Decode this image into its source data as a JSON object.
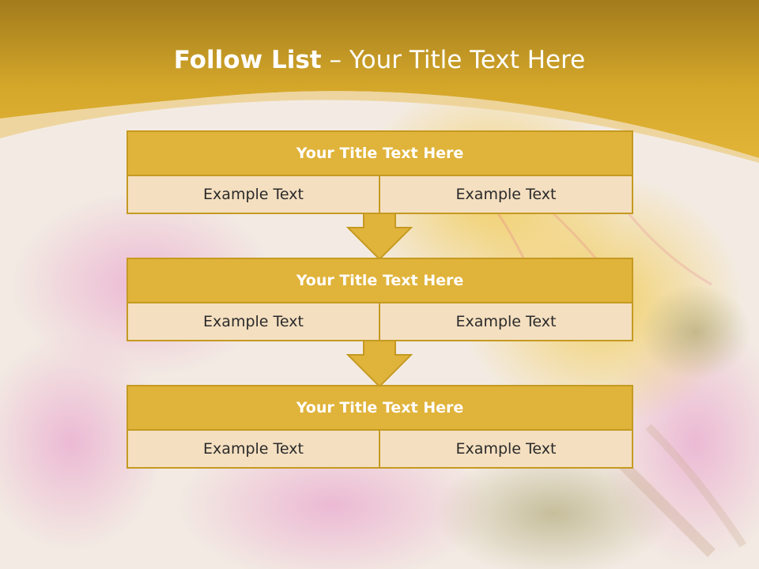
{
  "slide": {
    "title_bold": "Follow List",
    "title_rest": " – Your Title Text Here"
  },
  "blocks": [
    {
      "title": "Your Title Text Here",
      "cells": [
        "Example Text",
        "Example Text"
      ]
    },
    {
      "title": "Your Title Text Here",
      "cells": [
        "Example Text",
        "Example Text"
      ]
    },
    {
      "title": "Your Title Text Here",
      "cells": [
        "Example Text",
        "Example Text"
      ]
    }
  ],
  "colors": {
    "header_gold": "#dcae2e",
    "block_title_fill": "#e0b33a",
    "cell_fill": "#f4dfc0",
    "border": "#c59a22"
  }
}
